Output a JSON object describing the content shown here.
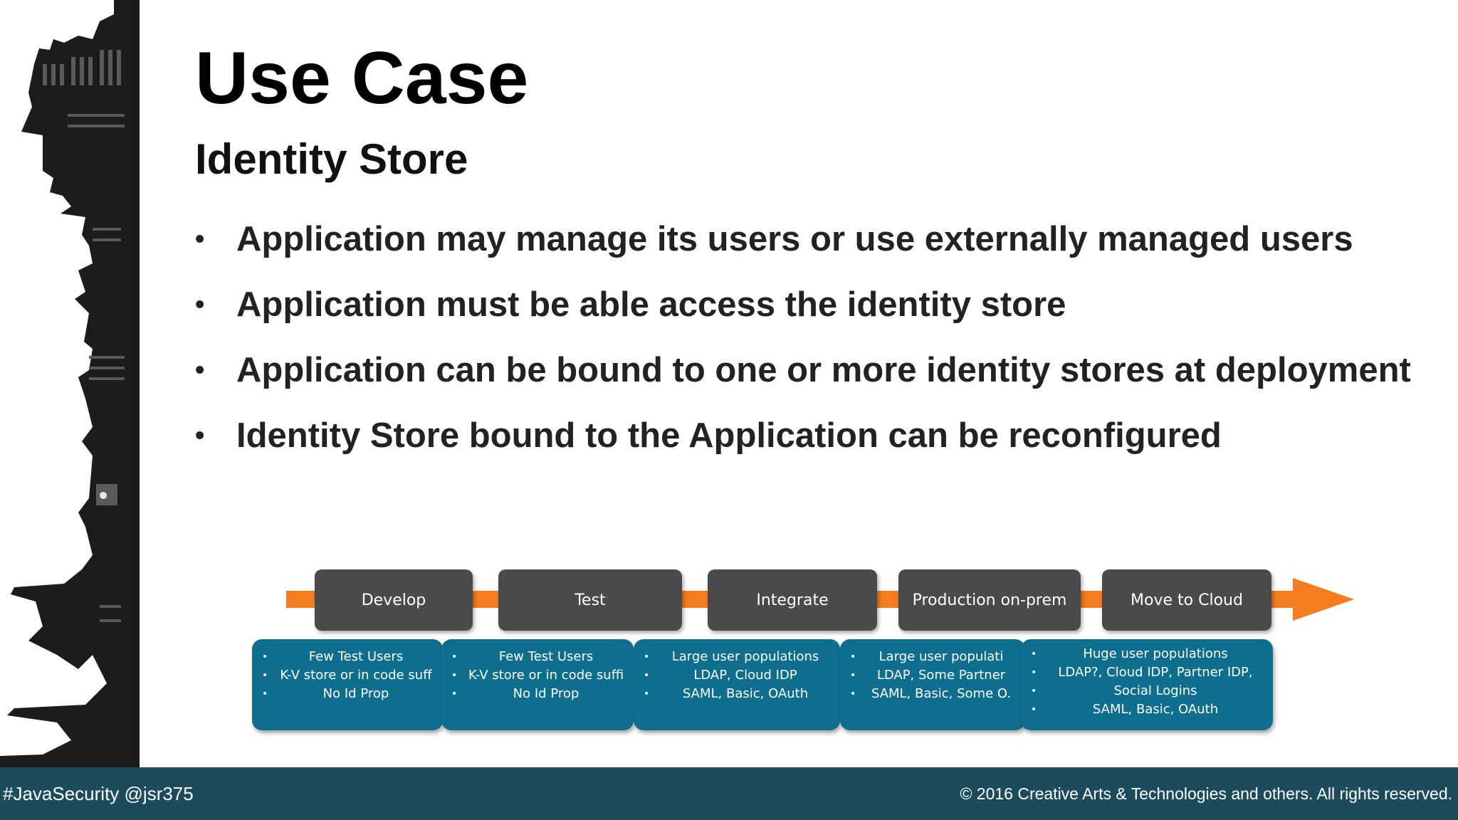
{
  "slide": {
    "title": "Use Case",
    "subtitle": "Identity Store",
    "bullets": [
      "Application may manage its users or use externally managed users",
      "Application must be able access the identity store",
      "Application can be bound to one or more identity stores at deployment",
      "Identity Store bound to the Application can be reconfigured"
    ],
    "bullet_glyph": "•"
  },
  "diagram": {
    "arrow_color": "#f57c1f",
    "stage_color": "#4a4a4c",
    "desc_color": "#0d6e8e",
    "stages": [
      {
        "label": "Develop",
        "items": [
          "Few Test Users",
          "K-V store or in code suff",
          "No Id Prop"
        ]
      },
      {
        "label": "Test",
        "items": [
          "Few Test Users",
          "K-V store or in code suffi",
          "No Id Prop"
        ]
      },
      {
        "label": "Integrate",
        "items": [
          "Large user populations",
          "LDAP, Cloud IDP",
          "SAML, Basic, OAuth"
        ]
      },
      {
        "label": "Production on-prem",
        "items": [
          "Large user populati",
          "LDAP, Some Partner",
          "SAML, Basic, Some O."
        ]
      },
      {
        "label": "Move to Cloud",
        "items": [
          "Huge user populations",
          "LDAP?, Cloud IDP, Partner IDP,",
          "Social Logins",
          "SAML, Basic, OAuth"
        ]
      }
    ]
  },
  "footer": {
    "left": "#JavaSecurity @jsr375",
    "right": "© 2016 Creative Arts & Technologies and others. All rights reserved.",
    "color": "#1d4b5e"
  }
}
